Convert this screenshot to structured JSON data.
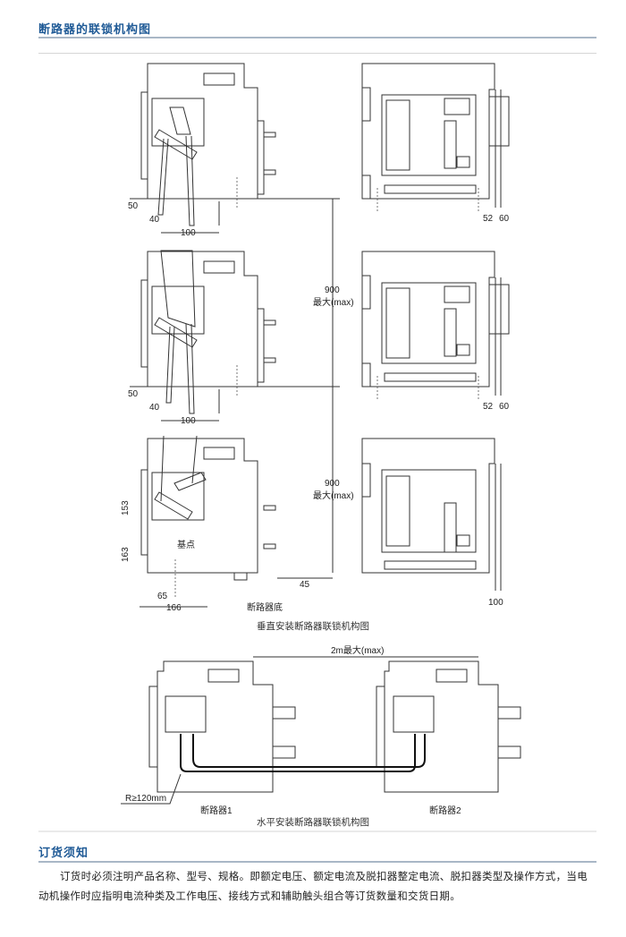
{
  "section1": {
    "title": "断路器的联锁机构图"
  },
  "vertical": {
    "dims": {
      "d50": "50",
      "d40": "40",
      "d100": "100",
      "d52": "52",
      "d60": "60",
      "d900": "900",
      "max_label": "最大(max)",
      "d153": "153",
      "d163": "163",
      "datum": "基点",
      "d65": "65",
      "d166": "166",
      "d45": "45",
      "breaker_bottom": "断路器底",
      "d100b": "100"
    },
    "caption": "垂直安装断路器联锁机构图"
  },
  "horizontal": {
    "distance": "2m最大(max)",
    "radius": "R≥120mm",
    "breaker1": "断路器1",
    "breaker2": "断路器2",
    "caption": "水平安装断路器联锁机构图"
  },
  "section2": {
    "title": "订货须知",
    "body": "订货时必须注明产品名称、型号、规格。即额定电压、额定电流及脱扣器整定电流、脱扣器类型及操作方式，当电动机操作时应指明电流种类及工作电压、接线方式和辅助触头组合等订货数量和交货日期。"
  }
}
